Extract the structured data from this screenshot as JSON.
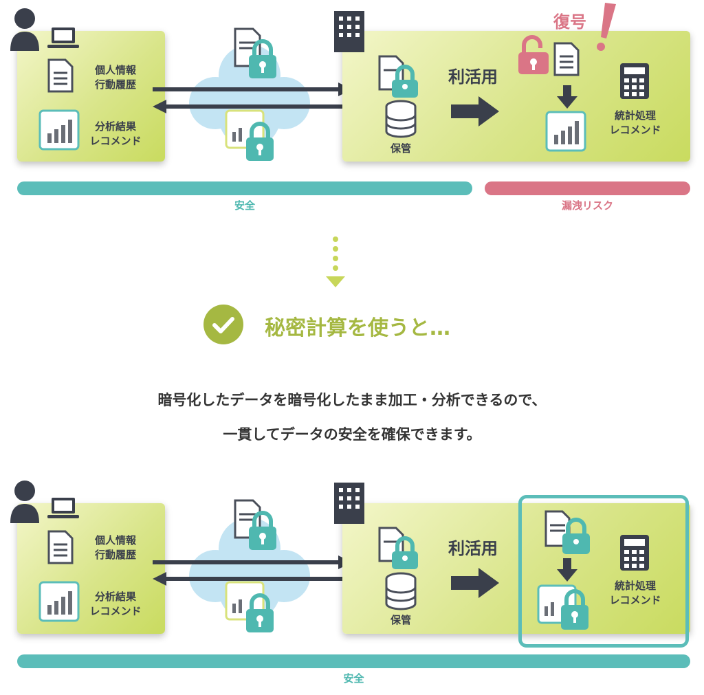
{
  "top": {
    "user_labels": {
      "info": "個人情報\n行動履歴",
      "result": "分析結果\nレコメンド"
    },
    "company_labels": {
      "utilize": "利活用",
      "store": "保管",
      "decrypt": "復号",
      "process": "統計処理\nレコメンド"
    },
    "bars": {
      "safe": "安全",
      "risk": "漏洩リスク"
    }
  },
  "transition": {
    "heading": "秘密計算を使うと…"
  },
  "message": {
    "line1": "暗号化したデータを暗号化したまま加工・分析できるので、",
    "line2": "一貫してデータの安全を確保できます。"
  },
  "bottom": {
    "user_labels": {
      "info": "個人情報\n行動履歴",
      "result": "分析結果\nレコメンド"
    },
    "company_labels": {
      "utilize": "利活用",
      "store": "保管",
      "process": "統計処理\nレコメンド"
    },
    "bars": {
      "safe": "安全"
    }
  },
  "colors": {
    "safe": "#5bbdb9",
    "risk": "#da7586",
    "accent": "#a5b842",
    "dark": "#3a3f4b"
  }
}
